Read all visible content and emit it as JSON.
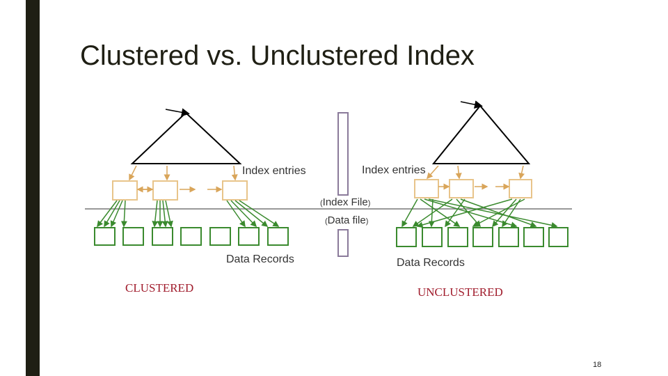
{
  "slide": {
    "title": "Clustered vs. Unclustered Index",
    "page_number": "18"
  },
  "diagram": {
    "left_index_label": "Index entries",
    "right_index_label": "Index entries",
    "index_file_label": "Index File",
    "data_file_label": "Data file",
    "left_data_label": "Data Records",
    "right_data_label": "Data Records",
    "left_caption": "CLUSTERED",
    "right_caption": "UNCLUSTERED",
    "colors": {
      "tree": "#000000",
      "index_box": "#e8c48a",
      "data_box": "#3a8a2e",
      "divider": "#999999",
      "legend_bar": "#8a7a9a",
      "caption": "#a01c2c"
    }
  }
}
